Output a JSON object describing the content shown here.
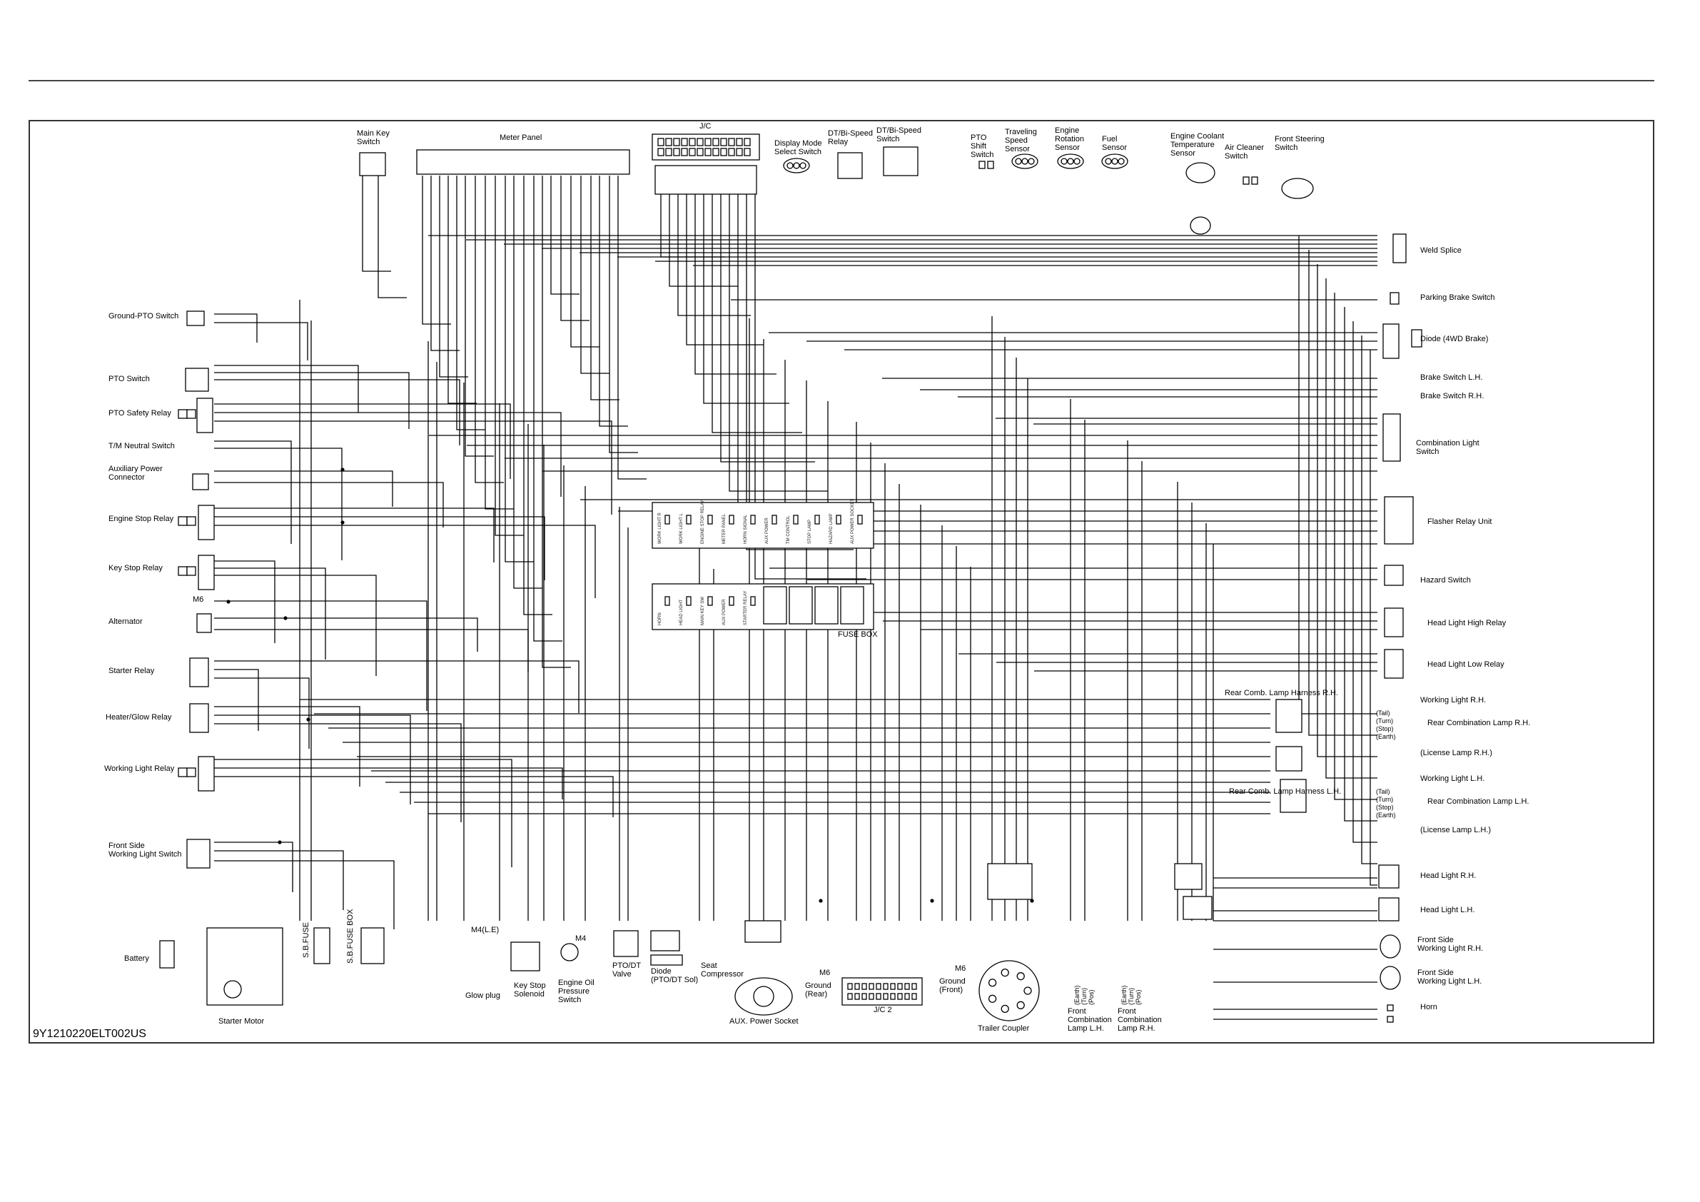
{
  "figure_id": "9Y1210220ELT002US",
  "top_labels": [
    {
      "id": "main-key",
      "lines": [
        "Main Key",
        "Switch"
      ]
    },
    {
      "id": "meter-panel",
      "lines": [
        "Meter Panel"
      ]
    },
    {
      "id": "jc",
      "lines": [
        "J/C"
      ]
    },
    {
      "id": "display-mode",
      "lines": [
        "Display Mode",
        "Select Switch"
      ]
    },
    {
      "id": "dt-relay",
      "lines": [
        "DT/Bi-Speed",
        "Relay"
      ]
    },
    {
      "id": "dt-switch",
      "lines": [
        "DT/Bi-Speed",
        "Switch"
      ]
    },
    {
      "id": "pto-shift",
      "lines": [
        "PTO",
        "Shift",
        "Switch"
      ]
    },
    {
      "id": "travel-speed",
      "lines": [
        "Traveling",
        "Speed",
        "Sensor"
      ]
    },
    {
      "id": "engine-rotation",
      "lines": [
        "Engine",
        "Rotation",
        "Sensor"
      ]
    },
    {
      "id": "fuel-sensor",
      "lines": [
        "Fuel",
        "Sensor"
      ]
    },
    {
      "id": "coolant-temp",
      "lines": [
        "Engine Coolant",
        "Temperature",
        "Sensor"
      ]
    },
    {
      "id": "air-cleaner",
      "lines": [
        "Air Cleaner",
        "Switch"
      ]
    },
    {
      "id": "front-steering",
      "lines": [
        "Front Steering",
        "Switch"
      ]
    }
  ],
  "left_labels": [
    {
      "id": "ground-pto",
      "lines": [
        "Ground-PTO Switch"
      ]
    },
    {
      "id": "pto-switch",
      "lines": [
        "PTO Switch"
      ]
    },
    {
      "id": "pto-safety",
      "lines": [
        "PTO Safety Relay"
      ]
    },
    {
      "id": "tm-neutral",
      "lines": [
        "T/M Neutral Switch"
      ]
    },
    {
      "id": "aux-power-conn",
      "lines": [
        "Auxiliary Power",
        "Connector"
      ]
    },
    {
      "id": "engine-stop",
      "lines": [
        "Engine Stop Relay"
      ]
    },
    {
      "id": "key-stop",
      "lines": [
        "Key Stop Relay"
      ]
    },
    {
      "id": "m6",
      "lines": [
        "M6"
      ]
    },
    {
      "id": "alternator",
      "lines": [
        "Alternator"
      ]
    },
    {
      "id": "starter-relay",
      "lines": [
        "Starter Relay"
      ]
    },
    {
      "id": "heater-glow",
      "lines": [
        "Heater/Glow Relay"
      ]
    },
    {
      "id": "working-light-relay",
      "lines": [
        "Working Light Relay"
      ]
    },
    {
      "id": "front-side-wl-switch",
      "lines": [
        "Front Side",
        "Working Light Switch"
      ]
    },
    {
      "id": "battery",
      "lines": [
        "Battery"
      ]
    }
  ],
  "right_labels": [
    {
      "id": "weld-splice",
      "lines": [
        "Weld Splice"
      ]
    },
    {
      "id": "parking-brake",
      "lines": [
        "Parking Brake Switch"
      ]
    },
    {
      "id": "diode-4wd",
      "lines": [
        "Diode (4WD Brake)"
      ]
    },
    {
      "id": "brake-lh",
      "lines": [
        "Brake Switch L.H."
      ]
    },
    {
      "id": "brake-rh",
      "lines": [
        "Brake Switch R.H."
      ]
    },
    {
      "id": "combination-light",
      "lines": [
        "Combination Light",
        "Switch"
      ]
    },
    {
      "id": "flasher-relay",
      "lines": [
        "Flasher Relay Unit"
      ]
    },
    {
      "id": "hazard",
      "lines": [
        "Hazard Switch"
      ]
    },
    {
      "id": "hl-high",
      "lines": [
        "Head Light High Relay"
      ]
    },
    {
      "id": "hl-low",
      "lines": [
        "Head Light Low Relay"
      ]
    },
    {
      "id": "rear-harness-rh",
      "lines": [
        "Rear Comb. Lamp Harness R.H."
      ]
    },
    {
      "id": "working-light-rh",
      "lines": [
        "Working Light R.H."
      ]
    },
    {
      "id": "rear-comb-rh",
      "lines": [
        "Rear Combination Lamp R.H."
      ]
    },
    {
      "id": "license-rh",
      "lines": [
        "(License Lamp R.H.)"
      ]
    },
    {
      "id": "working-light-lh",
      "lines": [
        "Working Light L.H."
      ]
    },
    {
      "id": "rear-comb-lh",
      "lines": [
        "Rear Combination Lamp L.H."
      ]
    },
    {
      "id": "rear-harness-lh",
      "lines": [
        "Rear Comb. Lamp Harness L.H."
      ]
    },
    {
      "id": "license-lh",
      "lines": [
        "(License Lamp L.H.)"
      ]
    },
    {
      "id": "head-light-rh",
      "lines": [
        "Head Light R.H."
      ]
    },
    {
      "id": "head-light-lh",
      "lines": [
        "Head Light L.H."
      ]
    },
    {
      "id": "front-side-wl-rh",
      "lines": [
        "Front Side",
        "Working Light R.H."
      ]
    },
    {
      "id": "front-side-wl-lh",
      "lines": [
        "Front Side",
        "Working Light L.H."
      ]
    },
    {
      "id": "horn",
      "lines": [
        "Horn"
      ]
    }
  ],
  "lamp_pins": [
    "(Tail)",
    "(Turn)",
    "(Stop)",
    "(Earth)"
  ],
  "bottom_labels": [
    {
      "id": "starter-motor",
      "lines": [
        "Starter Motor"
      ]
    },
    {
      "id": "sb-fuse",
      "lines": [
        "S.B.FUSE"
      ]
    },
    {
      "id": "sb-fuse-box",
      "lines": [
        "S.B.FUSE BOX"
      ]
    },
    {
      "id": "m4-le",
      "lines": [
        "M4(L.E)"
      ]
    },
    {
      "id": "glow-plug",
      "lines": [
        "Glow plug"
      ]
    },
    {
      "id": "key-stop-solenoid",
      "lines": [
        "Key Stop",
        "Solenoid"
      ]
    },
    {
      "id": "m4",
      "lines": [
        "M4"
      ]
    },
    {
      "id": "oil-pressure",
      "lines": [
        "Engine Oil",
        "Pressure",
        "Switch"
      ]
    },
    {
      "id": "pto-dt-valve",
      "lines": [
        "PTO/DT",
        "Valve"
      ]
    },
    {
      "id": "diode-pto",
      "lines": [
        "Diode",
        "(PTO/DT Sol)"
      ]
    },
    {
      "id": "seat",
      "lines": [
        "Seat",
        "Compressor"
      ]
    },
    {
      "id": "aux-socket",
      "lines": [
        "AUX. Power Socket"
      ]
    },
    {
      "id": "m6-rear",
      "lines": [
        "M6"
      ]
    },
    {
      "id": "ground-rear",
      "lines": [
        "Ground",
        "(Rear)"
      ]
    },
    {
      "id": "jc2",
      "lines": [
        "J/C 2"
      ]
    },
    {
      "id": "m6-front",
      "lines": [
        "M6"
      ]
    },
    {
      "id": "ground-front",
      "lines": [
        "Ground",
        "(Front)"
      ]
    },
    {
      "id": "trailer",
      "lines": [
        "Trailer Coupler"
      ]
    },
    {
      "id": "front-comb-lh",
      "lines": [
        "Front",
        "Combination",
        "Lamp L.H."
      ]
    },
    {
      "id": "front-comb-rh",
      "lines": [
        "Front",
        "Combination",
        "Lamp R.H."
      ]
    }
  ],
  "fuse_box": {
    "label": "FUSE BOX",
    "upper_fuses": [
      "WORK LIGHT R",
      "WORK LIGHT L",
      "ENGINE STOP RELAY",
      "METER PANEL",
      "HORN SIGNAL",
      "AUX POWER",
      "TM CONTROL",
      "STOP LAMP",
      "HAZARD LAMP",
      "AUX POWER SOCKET"
    ],
    "lower_fuses": [
      "HORN",
      "HEAD LIGHT",
      "MAIN KEY SW",
      "AUX POWER",
      "STARTER RELAY"
    ]
  },
  "front_lamp_pins": [
    "(Earth)",
    "(Turn)",
    "(Pos)"
  ]
}
